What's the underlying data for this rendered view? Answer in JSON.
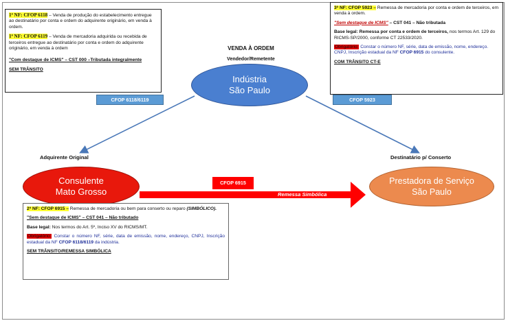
{
  "center": {
    "title": "VENDA À ORDEM",
    "subtitle": "Vendedor/Remetente"
  },
  "nodes": {
    "industria": {
      "line1": "Indústria",
      "line2": "São Paulo"
    },
    "consulente": {
      "line1": "Consulente",
      "line2": "Mato Grosso"
    },
    "prestadora": {
      "line1": "Prestadora de Serviço",
      "line2": "São Paulo"
    }
  },
  "labels": {
    "adquirente": "Adquirente Original",
    "destinatario": "Destinatário p/ Conserto"
  },
  "tags": {
    "cfop_6118_6119": "CFOP 6118/6119",
    "cfop_5923": "CFOP 5923",
    "cfop_6915": "CFOP 6915"
  },
  "arrow_label": "Remessa Simbólica",
  "box_left": {
    "nf1_hl": "1ª NF: CFOP 6118",
    "nf1_text": " – Venda de produção do estabelecimento entregue ao destinatário por conta e ordem do adquirente originário, em venda à ordem.",
    "nf1b_hl": "1ª NF: CFOP 6119",
    "nf1b_text": " – Venda de mercadoria adquirida ou recebida de terceiros entregue ao destinatário por conta e ordem do adquirente    originário, em venda à ordem",
    "icms": "\"Com destaque de ICMS\" – CST 000 –Tributada integralmente",
    "transito": "SEM TRÂNSITO"
  },
  "box_right": {
    "nf3_hl": "3ª NF: CFOP 5923 –",
    "nf3_text": " Remessa de mercadoria por conta e ordem de terceiros, em venda à ordem.",
    "icms_red": "\"Sem destaque de ICMS\"",
    "icms_rest": " – CST 041 – Não tributada",
    "base_bold": "Base legal: Remessa por conta e ordem de terceiros,",
    "base_text": " nos termos Art. 129 do RICMS-SP/2000, conforme CT 22533/2020.",
    "obrig": "Obrigatório:",
    "obrig_text": " Constar o número NF, série, data de emissão, nome, endereço. CNPJ, Inscrição estadual da NF ",
    "obrig_cfop": "CFOP 6915",
    "obrig_end": " do consulente.",
    "transito": "COM TRÂNSITO CT-E"
  },
  "box_bottom": {
    "nf2_hl": "2ª NF: CFOP 6915 –",
    "nf2_text": " Remessa de mercadoria ou bem para conserto ou reparo ",
    "nf2_italic": "(SIMBÓLICO).",
    "icms": "\"Sem destaque de ICMS\" – CST 041 – Não tributado",
    "base_bold": "Base legal:",
    "base_text": " Nos termos do Art. 5º, Inciso XV do RICMS/MT.",
    "obrig": "Obrigatório:",
    "obrig_text": " Constar o número NF, série, data de emissão, nome, endereço, CNPJ, Inscrição estadual da NF ",
    "obrig_cfop": "CFOP 6118/6119",
    "obrig_end": " da indústria.",
    "transito": "SEM TRÂNSITO/REMESSA SIMBÓLICA"
  },
  "colors": {
    "industria": "#4a7fd0",
    "consulente": "#e8180c",
    "prestadora": "#ec8a4e",
    "tag": "#5b9bd5",
    "arrow": "#ff0000",
    "flow_line": "#4a78b8"
  }
}
